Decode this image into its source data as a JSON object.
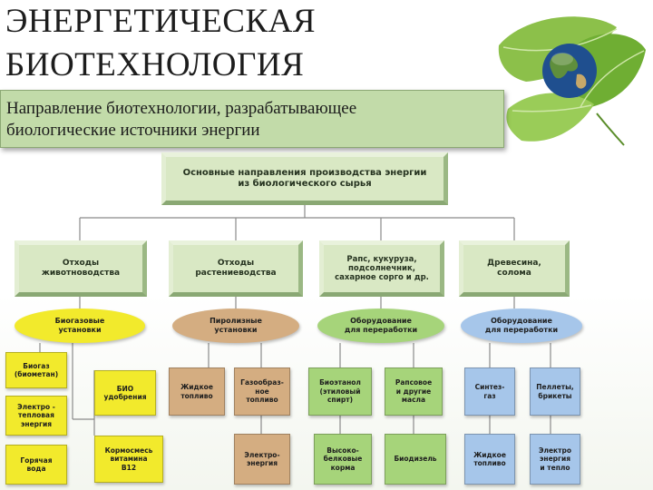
{
  "title": {
    "line1": "ЭНЕРГЕТИЧЕСКАЯ",
    "line2": "БИОТЕХНОЛОГИЯ"
  },
  "subtitle": {
    "line1": "Направление биотехнологии, разрабатывающее",
    "line2": "биологические источники энергии"
  },
  "colors": {
    "yellow": "#f2ea2c",
    "tan": "#d4ad81",
    "green": "#a6d47a",
    "blue": "#a6c6ea",
    "box": "#d9e8c4",
    "subtitle_bg": "#c2dba9"
  },
  "diagram": {
    "root": {
      "line1": "Основные направления производства энергии",
      "line2": "из биологического сырья"
    },
    "categories": [
      {
        "line1": "Отходы",
        "line2": "животноводства",
        "process": {
          "line1": "Биогазовые",
          "line2": "установки"
        },
        "products": [
          {
            "line1": "Биогаз",
            "line2": "(биометан)"
          },
          {
            "line1": "Электро -",
            "line2": "тепловая",
            "line3": "энергия"
          },
          {
            "line1": "Горячая",
            "line2": "вода"
          },
          {
            "line1": "БИО",
            "line2": "удобрения"
          },
          {
            "line1": "Кормосмесь",
            "line2": "витамина",
            "line3": "В12"
          }
        ]
      },
      {
        "line1": "Отходы",
        "line2": "растениеводства",
        "process": {
          "line1": "Пиролизные",
          "line2": "установки"
        },
        "products": [
          {
            "line1": "Жидкое",
            "line2": "топливо"
          },
          {
            "line1": "Газообраз-",
            "line2": "ное",
            "line3": "топливо"
          },
          {
            "line1": "Электро-",
            "line2": "энергия"
          }
        ]
      },
      {
        "line1": "Рапс, кукуруза,",
        "line2": "подсолнечник,",
        "line3": "сахарное сорго и др.",
        "process": {
          "line1": "Оборудование",
          "line2": "для переработки"
        },
        "products": [
          {
            "line1": "Биоэтанол",
            "line2": "(этиловый",
            "line3": "спирт)"
          },
          {
            "line1": "Рапсовое",
            "line2": "и другие",
            "line3": "масла"
          },
          {
            "line1": "Высоко-",
            "line2": "белковые",
            "line3": "корма"
          },
          {
            "line1": "Биодизель"
          }
        ]
      },
      {
        "line1": "Древесина,",
        "line2": "солома",
        "process": {
          "line1": "Оборудование",
          "line2": "для переработки"
        },
        "products": [
          {
            "line1": "Синтез-",
            "line2": "газ"
          },
          {
            "line1": "Пеллеты,",
            "line2": "брикеты"
          },
          {
            "line1": "Жидкое",
            "line2": "топливо"
          },
          {
            "line1": "Электро",
            "line2": "энергия",
            "line3": "и тепло"
          }
        ]
      }
    ]
  }
}
